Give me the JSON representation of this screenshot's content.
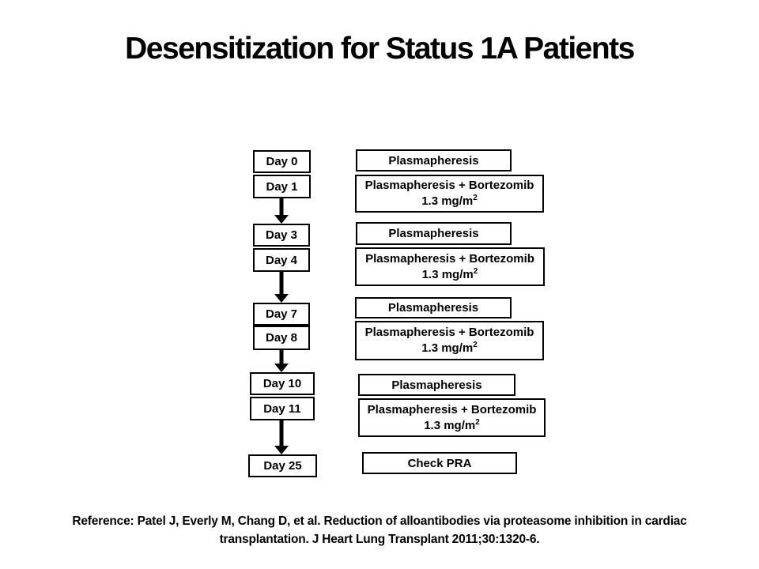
{
  "title": "Desensitization for Status 1A Patients",
  "colors": {
    "background": "#ffffff",
    "text": "#000000",
    "box_border": "#000000",
    "arrow": "#000000"
  },
  "icons": {
    "flow_arrow": "arrow-down"
  },
  "flow": {
    "rows": [
      {
        "day": "Day 0",
        "treatment": "Plasmapheresis"
      },
      {
        "day": "Day 1",
        "treatment_line1": "Plasmapheresis + Bortezomib",
        "treatment_dose": "1.3 mg/m",
        "treatment_dose_sup": "2"
      },
      {
        "day": "Day 3",
        "treatment": "Plasmapheresis"
      },
      {
        "day": "Day 4",
        "treatment_line1": "Plasmapheresis + Bortezomib",
        "treatment_dose": "1.3 mg/m",
        "treatment_dose_sup": "2"
      },
      {
        "day": "Day 7",
        "treatment": "Plasmapheresis"
      },
      {
        "day": "Day 8",
        "treatment_line1": "Plasmapheresis + Bortezomib",
        "treatment_dose": "1.3 mg/m",
        "treatment_dose_sup": "2"
      },
      {
        "day": "Day 10",
        "treatment": "Plasmapheresis"
      },
      {
        "day": "Day 11",
        "treatment_line1": "Plasmapheresis + Bortezomib",
        "treatment_dose": "1.3 mg/m",
        "treatment_dose_sup": "2"
      },
      {
        "day": "Day 25",
        "treatment": "Check PRA"
      }
    ]
  },
  "reference": "Reference: Patel J, Everly M, Chang D, et al. Reduction of alloantibodies via proteasome inhibition in cardiac transplantation. J Heart Lung Transplant 2011;30:1320-6."
}
